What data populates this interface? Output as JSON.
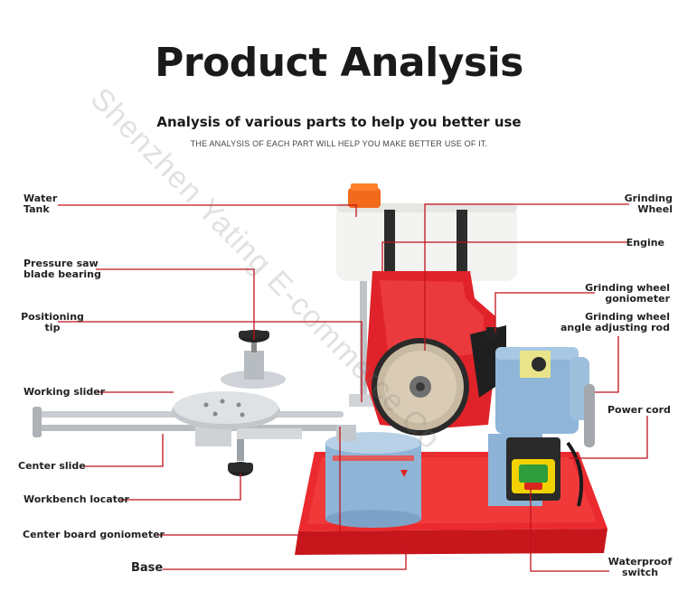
{
  "header": {
    "title": "Product Analysis",
    "subtitle": "Analysis of various parts to help you better use",
    "subtitle_caps": "THE ANALYSIS OF EACH PART WILL HELP YOU MAKE BETTER USE OF IT."
  },
  "watermark": "Shenzhen Yating E-commerce Co.",
  "labels": {
    "water_tank": "Water\nTank",
    "pressure_saw_blade_bearing": "Pressure saw\nblade bearing",
    "positioning_tip": "Positioning\ntip",
    "working_slider": "Working slider",
    "center_slide": "Center slide",
    "workbench_locator": "Workbench locator",
    "center_board_goniometer": "Center board goniometer",
    "base": "Base",
    "grinding_wheel": "Grinding\nWheel",
    "engine": "Engine",
    "grinding_wheel_goniometer": "Grinding wheel\ngoniometer",
    "grinding_wheel_angle_adjusting_rod": "Grinding wheel\nangle adjusting rod",
    "power_cord": "Power cord",
    "waterproof_switch": "Waterproof\nswitch"
  },
  "colors": {
    "callout_line": "#c0121c",
    "machine_red": "#e2232b",
    "motor_blue": "#8fb6d9",
    "title_text": "#1a1a1a"
  }
}
